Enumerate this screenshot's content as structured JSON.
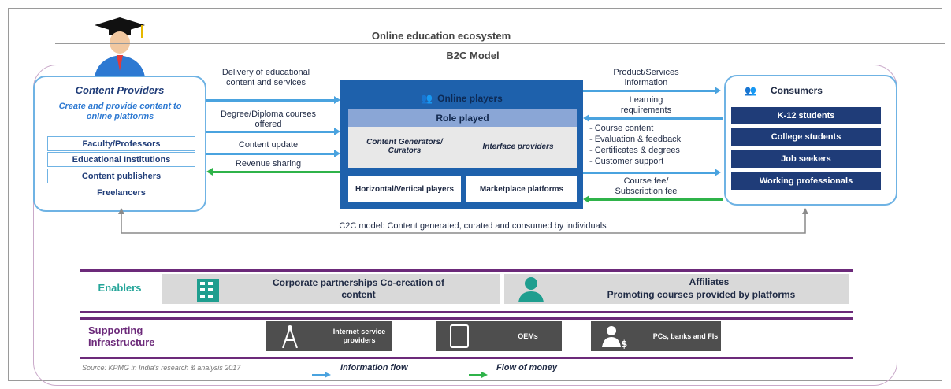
{
  "title": "Online education ecosystem",
  "b2c_label": "B2C Model",
  "content_providers": {
    "heading": "Content Providers",
    "subtitle": "Create and provide content to online platforms",
    "items": [
      "Faculty/Professors",
      "Educational Institutions",
      "Content publishers",
      "Freelancers"
    ]
  },
  "center": {
    "heading": "Online players",
    "role": "Role played",
    "left_role": "Content Generators/ Curators",
    "right_role": "Interface providers",
    "bottom_left": "Horizontal/Vertical players",
    "bottom_right": "Marketplace platforms"
  },
  "consumers": {
    "heading": "Consumers",
    "items": [
      "K-12 students",
      "College students",
      "Job seekers",
      "Working professionals"
    ]
  },
  "left_flows": [
    "Delivery of educational content and services",
    "Degree/Diploma courses offered",
    "Content update",
    "Revenue sharing"
  ],
  "right_flows": {
    "top": "Product/Services information",
    "learning": "Learning requirements",
    "bullets": [
      "- Course content",
      "- Evaluation & feedback",
      "- Certificates & degrees",
      "- Customer support"
    ],
    "fees": "Course fee/ Subscription fee"
  },
  "c2c_label": "C2C model: Content generated, curated and consumed by individuals",
  "enablers": {
    "label": "Enablers",
    "corporate": "Corporate partnerships Co-creation of content",
    "affiliates_title": "Affiliates",
    "affiliates_sub": "Promoting courses provided by platforms"
  },
  "infrastructure": {
    "label": "Supporting Infrastructure",
    "isp": "Internet service providers",
    "oem": "OEMs",
    "pcs": "PCs, banks and FIs"
  },
  "legend": {
    "source": "Source: KPMG in India's research & analysis 2017",
    "info": "Information flow",
    "money": "Flow of money"
  },
  "colors": {
    "navy": "#1f3c78",
    "blue": "#1e61ac",
    "light_blue": "#4aa3df",
    "green": "#2fb34a",
    "purple": "#6c2a7a",
    "teal": "#26a69a"
  }
}
